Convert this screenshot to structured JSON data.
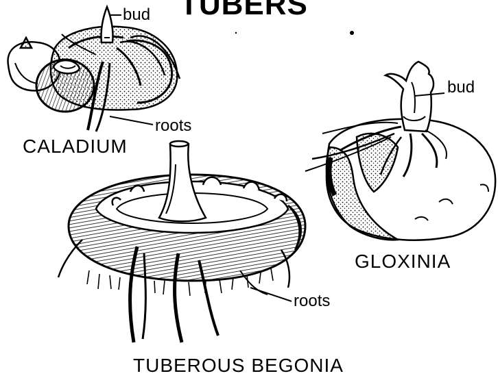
{
  "title": "TUBERS",
  "caladium": {
    "name": "CALADIUM",
    "bud_label": "bud",
    "roots_label": "roots"
  },
  "gloxinia": {
    "name": "GLOXINIA",
    "bud_label": "bud"
  },
  "tuberous_begonia": {
    "name": "TUBEROUS BEGONIA",
    "roots_label": "roots"
  },
  "colors": {
    "ink": "#000000",
    "paper": "#ffffff"
  }
}
